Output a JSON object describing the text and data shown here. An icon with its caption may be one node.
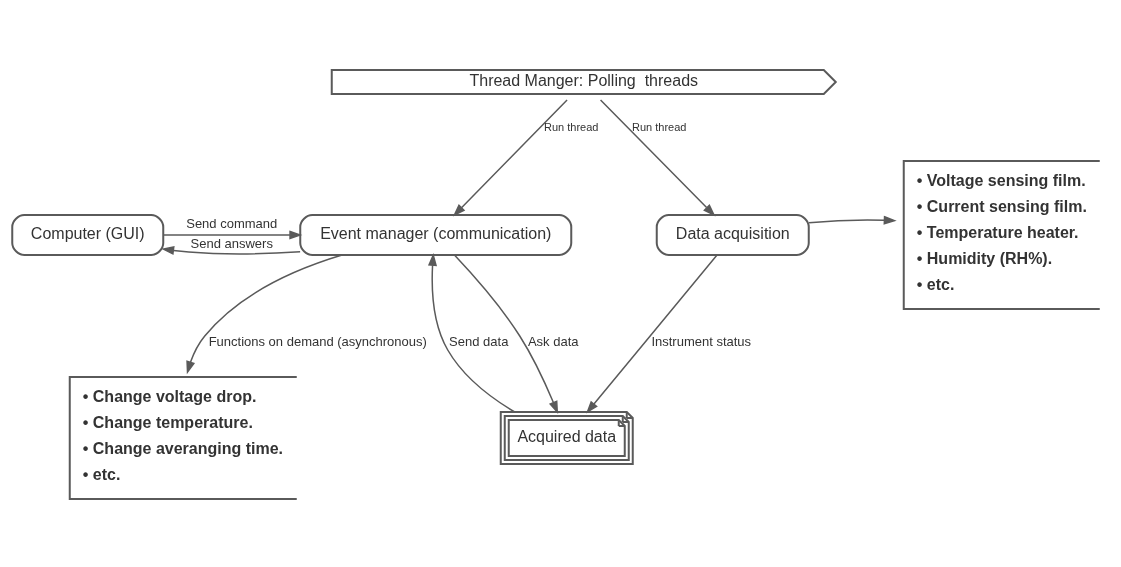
{
  "diagram": {
    "nodes": [
      {
        "text": [
          "Thread Manger: Polling  threads"
        ]
      },
      {
        "text": [
          "Computer (GUI)"
        ]
      },
      {
        "text": [
          "Event manager (communication)"
        ]
      },
      {
        "text": [
          "Data acquisition"
        ]
      },
      {
        "text": [
          "• Voltage sensing film.",
          "• Current sensing film.",
          "• Temperature heater.",
          "• Humidity (RH%).",
          "• etc."
        ]
      },
      {
        "text": [
          "Acquired data"
        ]
      },
      {
        "text": [
          "• Change voltage drop.",
          "• Change temperature.",
          "• Change averanging time.",
          "• etc."
        ]
      }
    ],
    "edges": [
      {
        "from": 0,
        "to": 2,
        "arrow": "to",
        "label": "Run thread"
      },
      {
        "from": 0,
        "to": 3,
        "arrow": "to",
        "label": "Run thread"
      },
      {
        "from": 2,
        "to": 1,
        "arrow": "to",
        "label": "Send answers"
      },
      {
        "from": 1,
        "to": 2,
        "arrow": "to",
        "label": "Send command"
      },
      {
        "from": 2,
        "to": 5,
        "arrow": "to",
        "label": "Ask data"
      },
      {
        "from": 5,
        "to": 2,
        "arrow": "to",
        "label": "Send data"
      },
      {
        "from": 3,
        "to": 4,
        "arrow": "to"
      },
      {
        "from": 3,
        "to": 5,
        "arrow": "to",
        "label": "Instrument status"
      },
      {
        "from": 2,
        "to": 6,
        "arrow": "to",
        "label": "Functions on demand (asynchronous)"
      }
    ]
  }
}
